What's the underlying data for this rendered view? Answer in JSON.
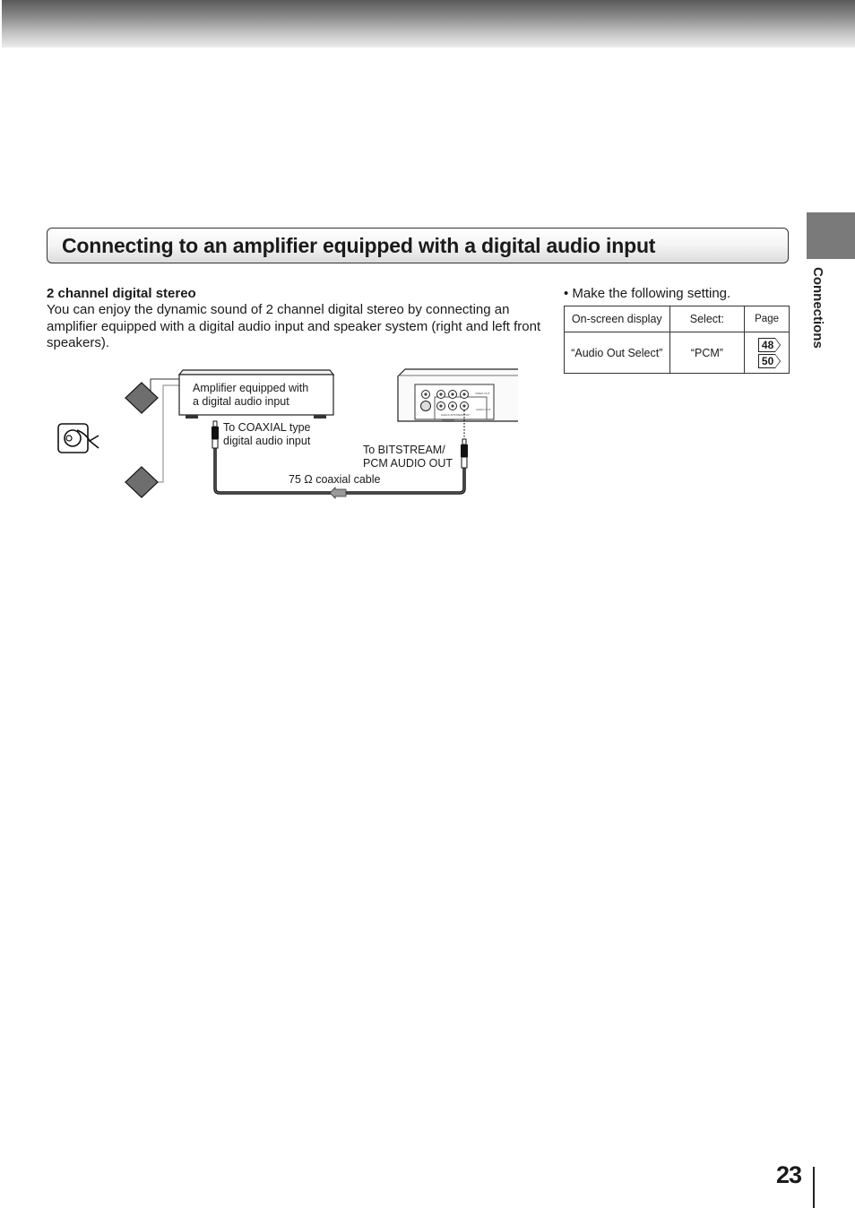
{
  "header": {
    "band": "gradient-header"
  },
  "section": {
    "title": "Connecting to an amplifier equipped with a digital audio input"
  },
  "side_tab": {
    "label": "Connections"
  },
  "intro": {
    "subheading": "2 channel digital stereo",
    "paragraph": "You can enjoy the dynamic sound of 2 channel digital stereo by connecting an amplifier equipped with a digital audio input and speaker system (right and left front speakers)."
  },
  "settings": {
    "bullet": "•  Make the following setting.",
    "columns": [
      "On-screen display",
      "Select:",
      "Page"
    ],
    "rows": [
      {
        "display": "“Audio Out Select”",
        "select": "“PCM”",
        "pages": [
          "48",
          "50"
        ]
      }
    ]
  },
  "diagram": {
    "amplifier_label_line1": "Amplifier equipped with",
    "amplifier_label_line2": "a digital audio input",
    "coaxial_label_line1": "To COAXIAL type",
    "coaxial_label_line2": "digital audio input",
    "bitstream_label_line1": "To BITSTREAM/",
    "bitstream_label_line2": "PCM AUDIO OUT",
    "cable_label": "75 Ω coaxial cable",
    "icons": [
      "speaker-icon",
      "speaker-icon",
      "sound-field-icon",
      "amplifier",
      "dvd-player-rear-panel",
      "rca-plug",
      "signal-arrow"
    ]
  },
  "footer": {
    "page_number": "23"
  }
}
